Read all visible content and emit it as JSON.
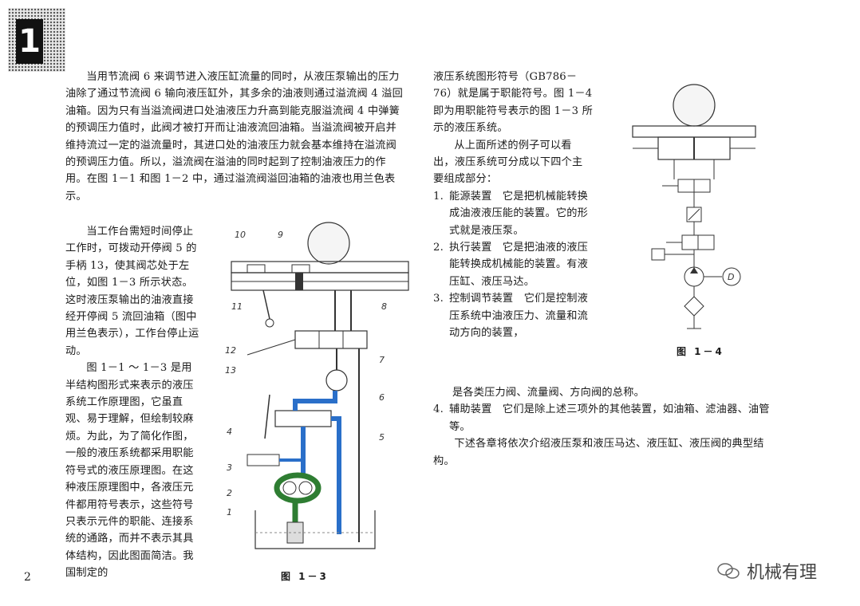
{
  "chapter": {
    "number": "1"
  },
  "left_top": {
    "paragraphs": [
      "当用节流阀 6 来调节进入液压缸流量的同时，从液压泵输出的压力油除了通过节流阀 6 输向液压缸外，其多余的油液则通过溢流阀 4 溢回油箱。因为只有当溢流阀进口处油液压力升高到能克服溢流阀 4 中弹簧的预调压力值时，此阀才被打开而让油液流回油箱。当溢流阀被开启并维持流过一定的溢流量时，其进口处的油液压力就会基本维持在溢流阀的预调压力值。所以，溢流阀在溢油的同时起到了控制油液压力的作用。在图 1－1 和图 1－2 中，通过溢流阀溢回油箱的油液也用兰色表示。"
    ]
  },
  "left_narrow": {
    "paragraphs": [
      "当工作台需短时间停止工作时，可拨动开停阀 5 的手柄 13，使其阀芯处于左位，如图 1－3 所示状态。这时液压泵输出的油液直接经开停阀 5 流回油箱（图中用兰色表示），工作台停止运动。",
      "图 1－1 ～ 1－3 是用半结构图形式来表示的液压系统工作原理图，它虽直观、易于理解，但绘制较麻烦。为此，为了简化作图，一般的液压系统都采用职能符号式的液压原理图。在这种液压原理图中，各液压元件都用符号表示，这些符号只表示元件的职能、连接系统的通路，而并不表示其具体结构，因此图面简洁。我国制定的"
    ]
  },
  "mid": {
    "intro": "液压系统图形符号（GB786－76）就是属于职能符号。图 1－4 即为用职能符号表示的图 1－3 所示的液压系统。",
    "para2": "从上面所述的例子可以看出，液压系统可分成以下四个主要组成部分：",
    "items": [
      {
        "num": "1.",
        "text": "能源装置　它是把机械能转换成油液液压能的装置。它的形式就是液压泵。"
      },
      {
        "num": "2.",
        "text": "执行装置　它是把油液的液压能转换成机械能的装置。有液压缸、液压马达。"
      },
      {
        "num": "3.",
        "text": "控制调节装置　它们是控制液压系统中油液压力、流量和流动方向的装置，"
      }
    ]
  },
  "mid_wide": {
    "item3_cont": "是各类压力阀、流量阀、方向阀的总称。",
    "item4_num": "4.",
    "item4_text": "辅助装置　它们是除上述三项外的其他装置，如油箱、滤油器、油管等。",
    "closing": "下述各章将依次介绍液压泵和液压马达、液压缸、液压阀的典型结构。"
  },
  "figure_1_3": {
    "caption": "图 1－3",
    "labels": [
      "10",
      "9",
      "11",
      "8",
      "12",
      "7",
      "13",
      "6",
      "4",
      "5",
      "3",
      "2",
      "1"
    ]
  },
  "figure_1_4": {
    "caption": "图 1－4",
    "motor_label": "D"
  },
  "page_number": "2",
  "watermark": {
    "text": "机械有理"
  },
  "colors": {
    "oil_blue": "#2a6fc9",
    "oil_green": "#2e7d32",
    "line": "#333333"
  }
}
